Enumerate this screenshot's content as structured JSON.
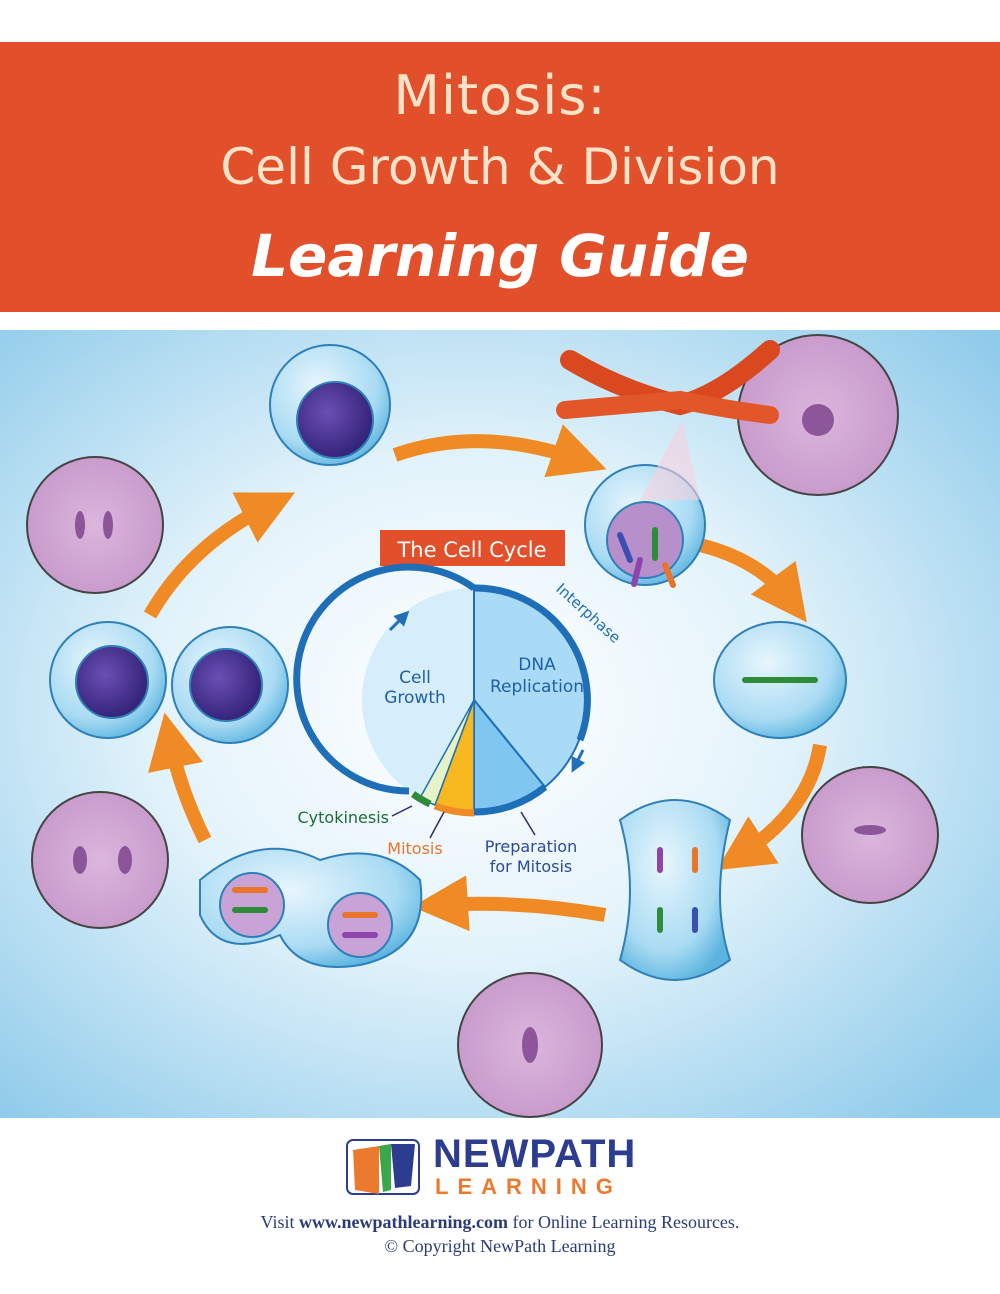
{
  "header": {
    "title_line1": "Mitosis:",
    "title_line2": "Cell Growth & Division",
    "subtitle": "Learning Guide"
  },
  "diagram": {
    "title": "The Cell Cycle",
    "arc_label": "Interphase",
    "segments": {
      "cell_growth_1": "Cell",
      "cell_growth_2": "Growth",
      "dna_1": "DNA",
      "dna_2": "Replication",
      "cytokinesis": "Cytokinesis",
      "mitosis": "Mitosis",
      "prep_1": "Preparation",
      "prep_2": "for Mitosis"
    },
    "colors": {
      "title_bg": "#e24f2b",
      "ring": "#1f6fb8",
      "arrows": "#f08a24",
      "mitosis": "#f7b820",
      "cytokinesis": "#2e8b3a"
    }
  },
  "footer": {
    "logo_new_path": "NEWPATH",
    "logo_learning": "LEARNING",
    "visit_prefix": "Visit ",
    "url": "www.newpathlearning.com",
    "visit_suffix": " for Online Learning Resources.",
    "copyright": "© Copyright NewPath Learning"
  }
}
